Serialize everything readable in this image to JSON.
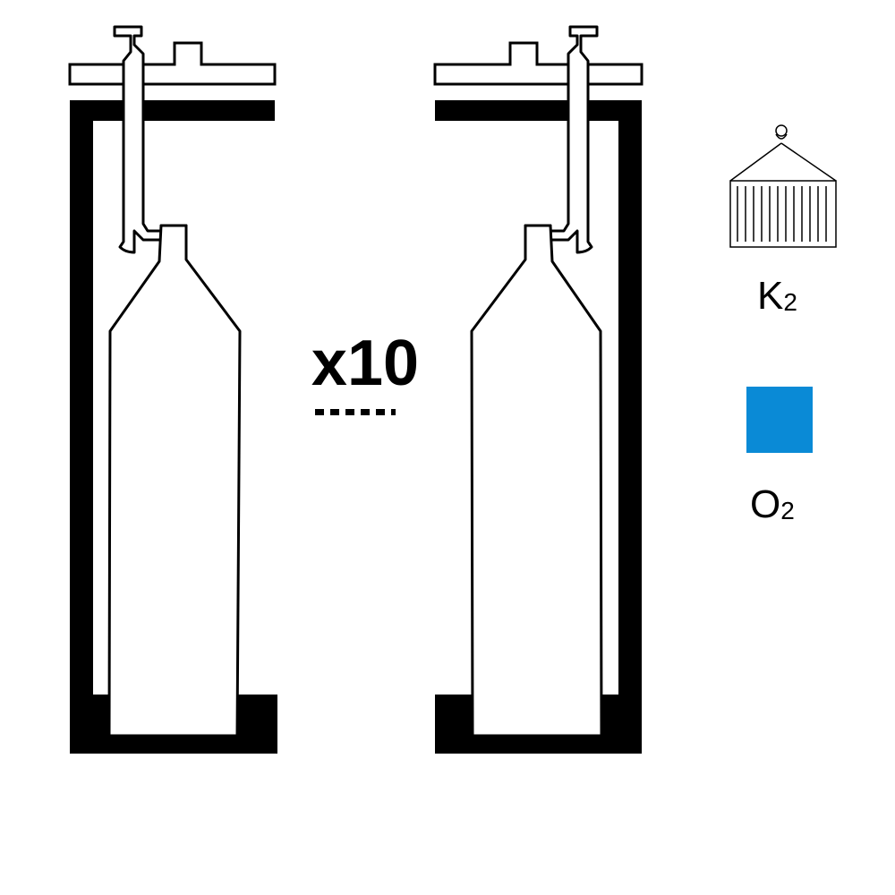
{
  "diagram": {
    "multiplier_label": "x10",
    "legend": {
      "container_label": "K",
      "container_subscript": "2",
      "oxygen_label": "O",
      "oxygen_subscript": "2"
    }
  },
  "colors": {
    "frame": "#000000",
    "outline": "#000000",
    "background": "#ffffff",
    "oxygen_swatch": "#0a8ad6"
  },
  "icons": {
    "left_assembly": "cylinder-rack-icon",
    "right_assembly": "cylinder-rack-icon",
    "container": "shipping-container-icon",
    "oxygen": "oxygen-swatch-icon"
  }
}
